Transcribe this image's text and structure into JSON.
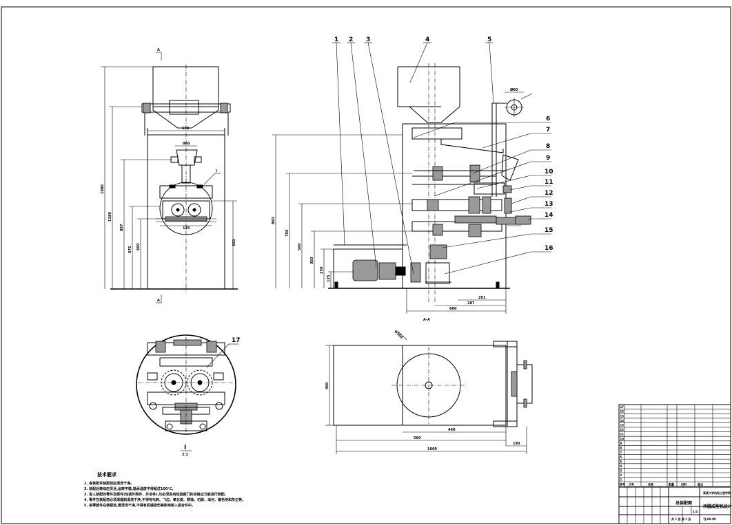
{
  "balloons": [
    "1",
    "2",
    "3",
    "4",
    "5",
    "6",
    "7",
    "8",
    "9",
    "10",
    "11",
    "12",
    "13",
    "14",
    "15",
    "16",
    "17"
  ],
  "section_marks": {
    "a_top": "A",
    "a_bottom": "A",
    "a_a": "A-A",
    "detail": "I",
    "detail_ref": "I",
    "detail_scale": "2:1"
  },
  "tech_notes": {
    "heading": "技术要求",
    "lines": [
      "1. 各装配件装配前应清洗干净。",
      "2. 装配后转动应灵活,运转平稳,轴承温度不得超过100℃。",
      "3. 进入装配的零件及部件(包括外购件、外协件),均必须具有检验部门的合格证方能进行装配。",
      "4. 零件在装配前必须清理和清洗干净,不得有毛刺、飞边、氧化皮、锈蚀、切屑、油污、着色剂和灰尘等。",
      "5. 各零部件在装配前,需清洗干净,不得有机械损伤等影响装入组合件中。"
    ]
  },
  "dims": {
    "front": [
      "1080",
      "1180",
      "887",
      "675",
      "600",
      "320",
      "650",
      "860",
      "125"
    ],
    "side": [
      "860",
      "750",
      "500",
      "350",
      "250",
      "125",
      "660",
      "287",
      "201"
    ],
    "top": [
      "1060",
      "560",
      "400",
      "460",
      "190"
    ],
    "top_diameter": "Ø360",
    "small_circle": "Ø60"
  },
  "title_block": {
    "title": "总装配图",
    "project": "汤圆成型机设计",
    "company": "某某大学机电工程学院",
    "drawing_no": "TJ-00-00",
    "scale": "1:4",
    "sheet": "共 1 张  第 1 张",
    "header": [
      "序号",
      "代号",
      "名称",
      "数量",
      "材料",
      "备注"
    ]
  }
}
